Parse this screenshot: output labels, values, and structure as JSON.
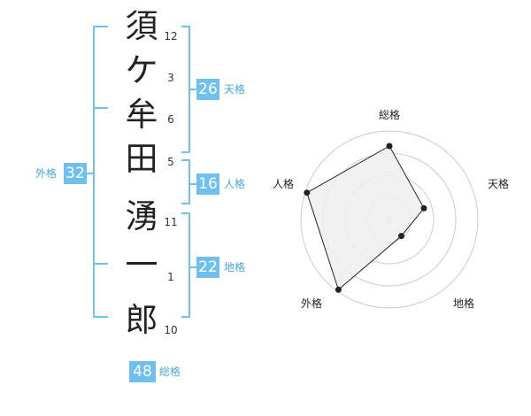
{
  "name": {
    "characters": [
      {
        "char": "須",
        "strokes": "12"
      },
      {
        "char": "ケ",
        "strokes": "3"
      },
      {
        "char": "牟",
        "strokes": "6"
      },
      {
        "char": "田",
        "strokes": "5"
      },
      {
        "char": "湧",
        "strokes": "11"
      },
      {
        "char": "一",
        "strokes": "1"
      },
      {
        "char": "郎",
        "strokes": "10"
      }
    ]
  },
  "fortunes": {
    "tenkaku": {
      "value": "26",
      "label": "天格"
    },
    "jinkaku": {
      "value": "16",
      "label": "人格"
    },
    "chikaku": {
      "value": "22",
      "label": "地格"
    },
    "gaikaku": {
      "value": "32",
      "label": "外格"
    },
    "soukaku": {
      "value": "48",
      "label": "総格"
    }
  },
  "radar": {
    "axes": [
      "総格",
      "天格",
      "地格",
      "外格",
      "人格"
    ],
    "values": [
      0.83,
      0.41,
      0.23,
      0.98,
      0.98
    ],
    "scale_max": 1,
    "rings": 4,
    "colors": {
      "fill": "#eeeeee",
      "line": "#222222",
      "ring": "#cccccc",
      "center": "#cccccc",
      "bracket": "#6fc0ee",
      "badge": "#6fc0ee"
    }
  }
}
